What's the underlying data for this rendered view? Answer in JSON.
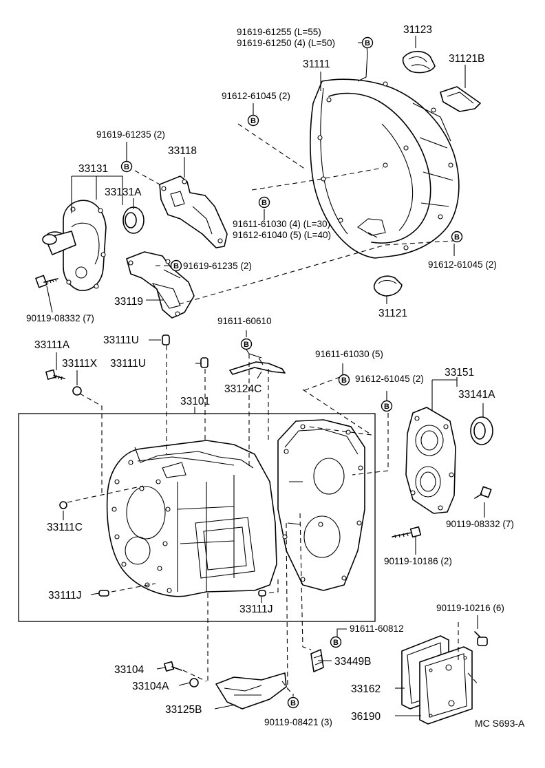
{
  "callouts": {
    "c31123": "31123",
    "c31121B": "31121B",
    "c9161961255": "91619-61255 (L=55)",
    "c9161961250": "91619-61250 (4) (L=50)",
    "c31111": "31111",
    "c9161261045_a": "91612-61045 (2)",
    "c9161961235_a": "91619-61235 (2)",
    "c33118": "33118",
    "c33131": "33131",
    "c33131A": "33131A",
    "c9161161030_a": "91611-61030 (4) (L=30)",
    "c9161261040": "91612-61040 (5) (L=40)",
    "c9161261045_b": "91612-61045 (2)",
    "c9161961235_b": "91619-61235 (2)",
    "c33119": "33119",
    "c31121": "31121",
    "c9011908332_a": "90119-08332 (7)",
    "c9161160610": "91611-60610",
    "c33111A": "33111A",
    "c33111U_a": "33111U",
    "c33111X": "33111X",
    "c33111U_b": "33111U",
    "c33124C": "33124C",
    "c9161161030_b": "91611-61030 (5)",
    "c9161261045_c": "91612-61045 (2)",
    "c33151": "33151",
    "c33141A": "33141A",
    "c33101": "33101",
    "c33111C": "33111C",
    "c9011908332_b": "90119-08332 (7)",
    "c9011910186": "90119-10186 (2)",
    "c33111J_a": "33111J",
    "c33111J_b": "33111J",
    "c9011910216": "90119-10216 (6)",
    "c9161160812": "91611-60812",
    "c33104": "33104",
    "c33449B": "33449B",
    "c33104A": "33104A",
    "c33162": "33162",
    "c33125B": "33125B",
    "c9011908421": "90119-08421 (3)",
    "c36190": "36190"
  },
  "badge_letter": "B",
  "drawing_ref": "MC S693-A"
}
